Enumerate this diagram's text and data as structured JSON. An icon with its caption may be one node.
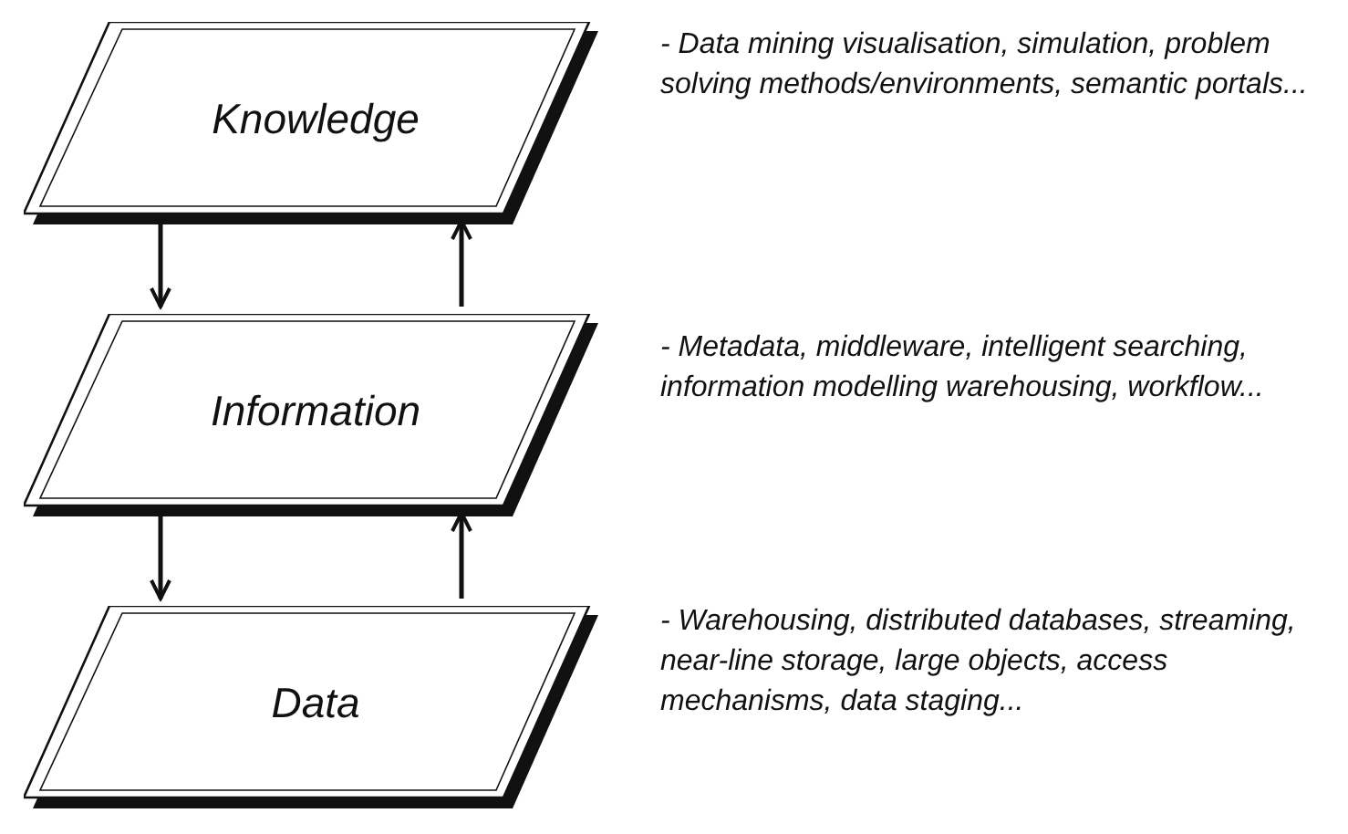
{
  "diagram": {
    "nodes": [
      {
        "text": [
          "Knowledge"
        ],
        "beside": [
          "- Data mining visualisation, simulation, problem solving methods/environments, semantic portals..."
        ]
      },
      {
        "text": [
          "Information"
        ],
        "beside": [
          "- Metadata, middleware, intelligent searching, information modelling warehousing, workflow..."
        ]
      },
      {
        "text": [
          "Data"
        ],
        "beside": [
          "- Warehousing, distributed databases, streaming, near-line storage, large objects, access mechanisms, data staging..."
        ]
      }
    ],
    "edges": [
      {
        "from": 0,
        "to": 1,
        "arrow": "to"
      },
      {
        "from": 1,
        "to": 0,
        "arrow": "to"
      },
      {
        "from": 1,
        "to": 2,
        "arrow": "to"
      },
      {
        "from": 2,
        "to": 1,
        "arrow": "to"
      }
    ]
  }
}
